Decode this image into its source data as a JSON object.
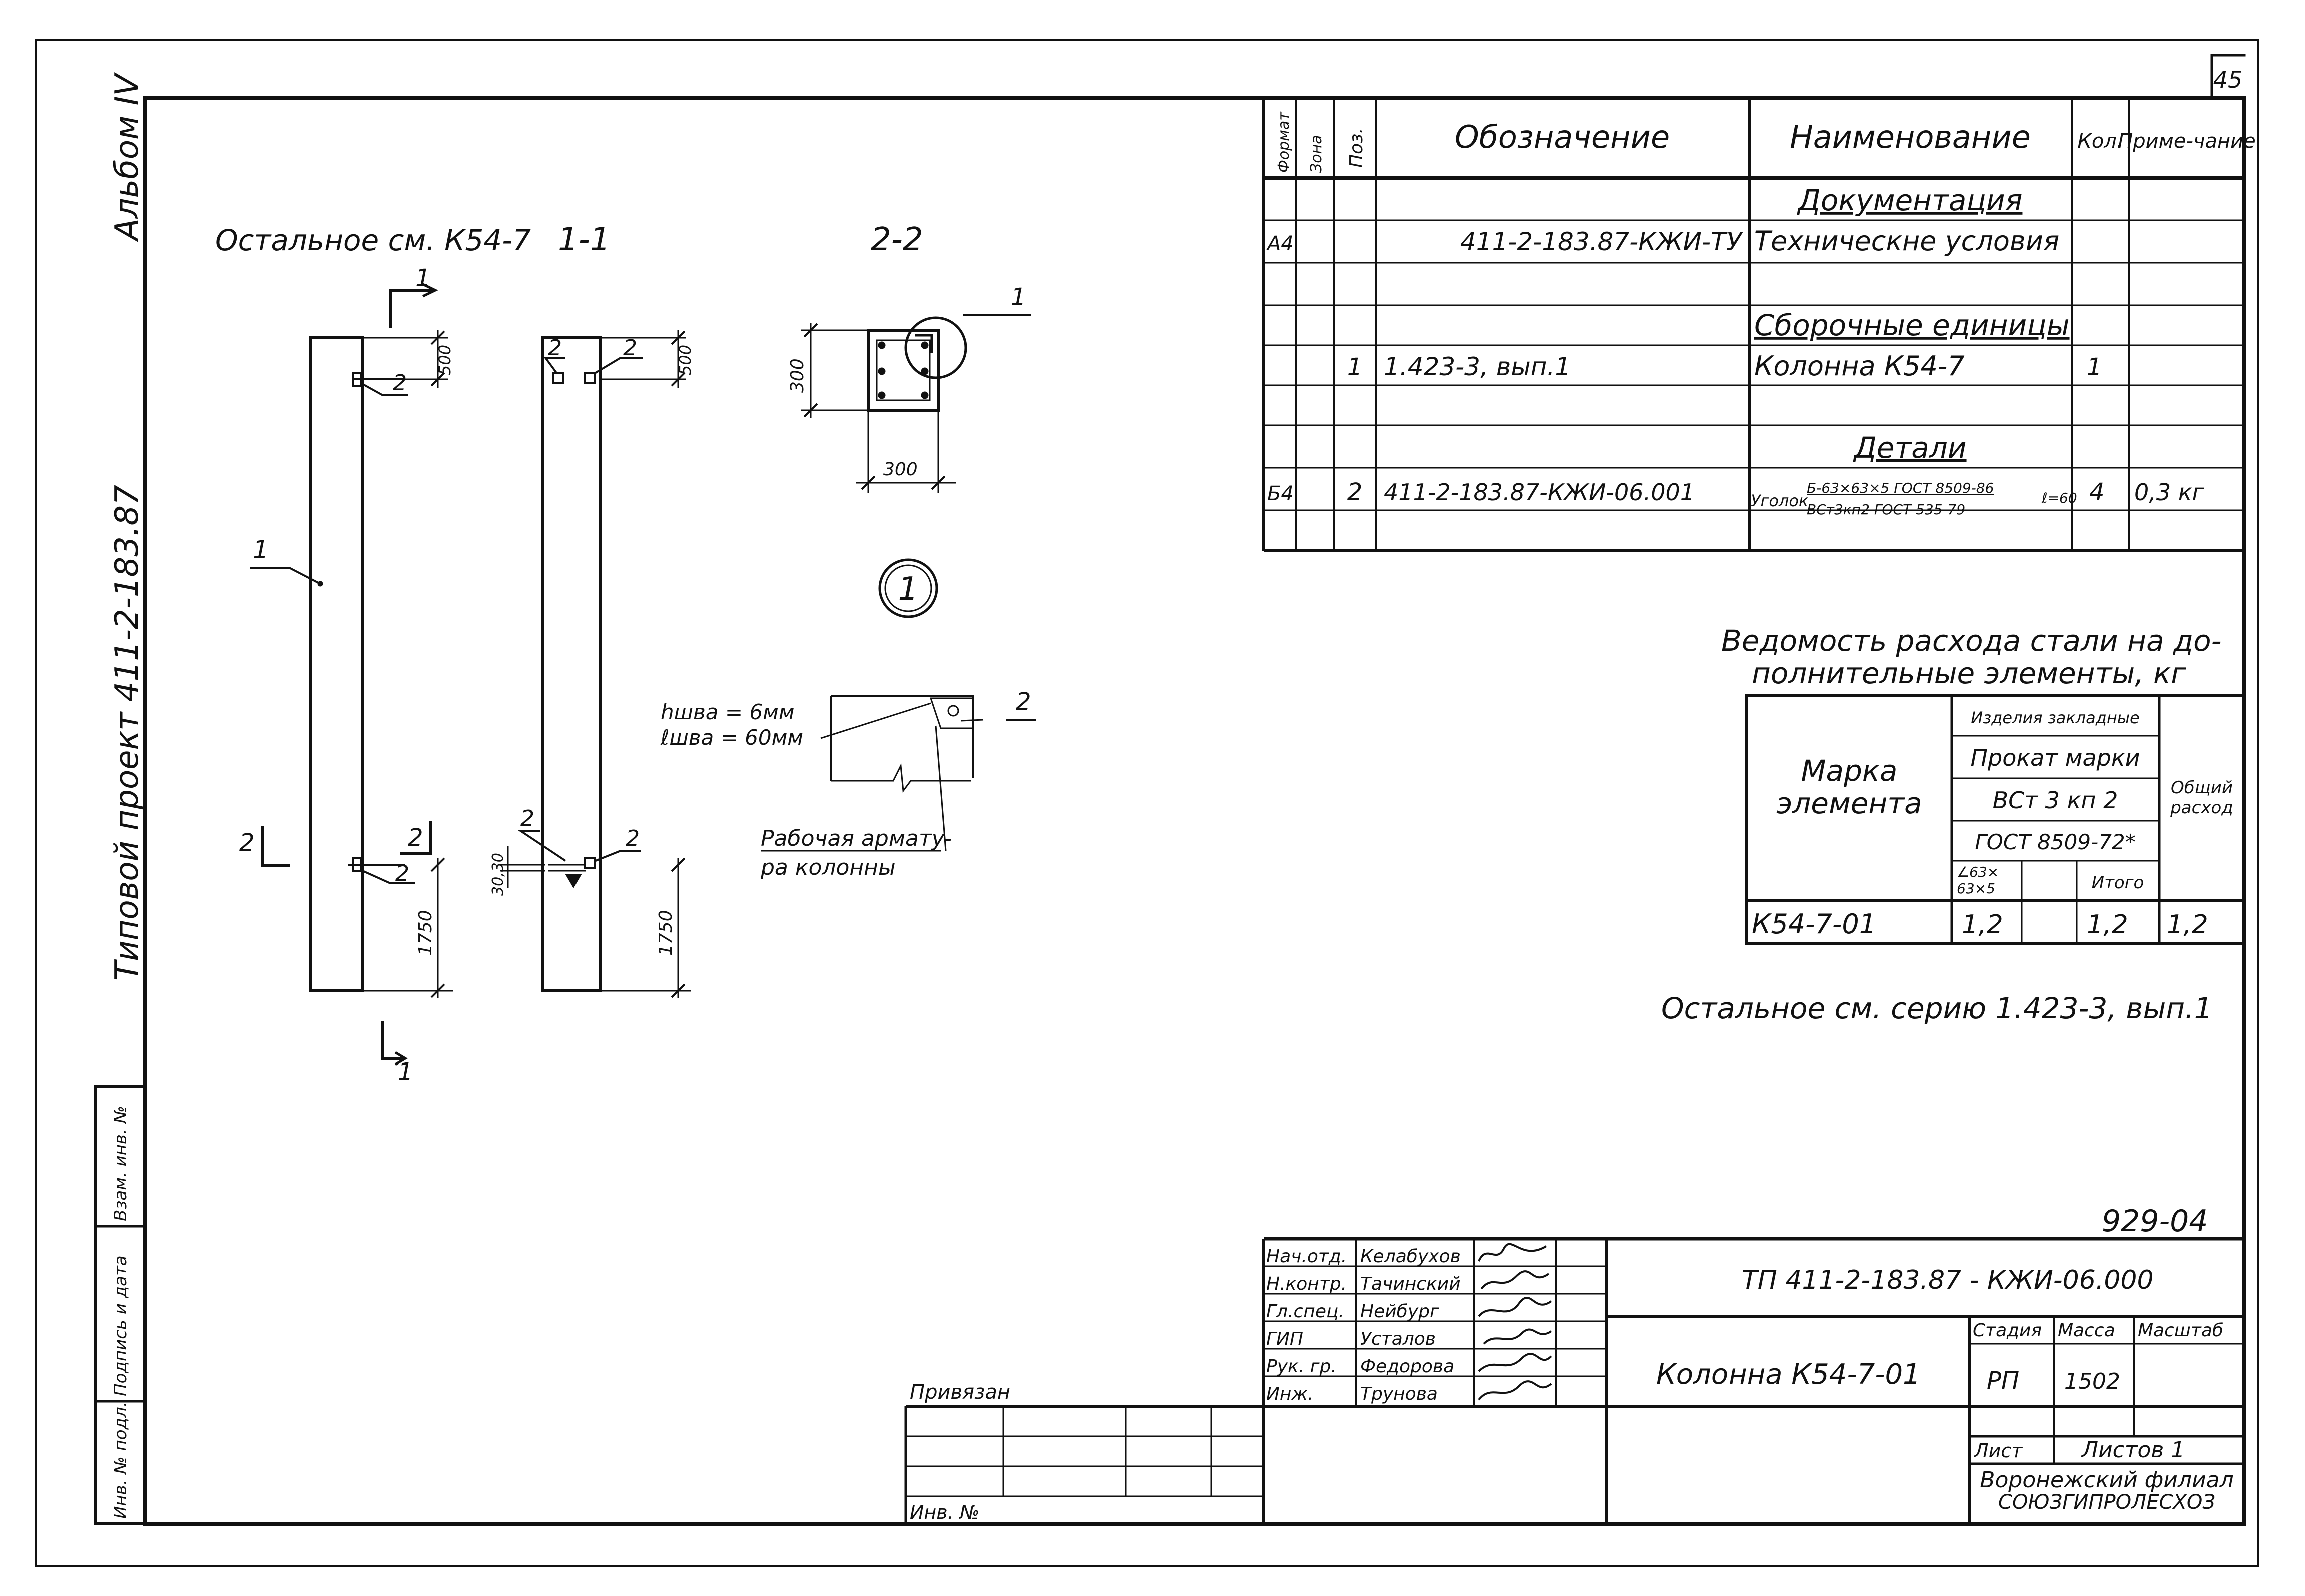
{
  "page_number": "45",
  "album_label": "Альбом IV",
  "project_label": "Типовой проект 411-2-183.87",
  "binding_fields": [
    "Инв. № подл.",
    "Подпись и дата",
    "Взам. инв. №"
  ],
  "views": {
    "note": "Остальное см. К54-7",
    "section_1": "1-1",
    "section_2": "2-2",
    "detail_marker": "1",
    "pos_1": "1",
    "pos_2": "2",
    "section_mark_1": "1",
    "section_mark_2": "2",
    "dim_500": "500",
    "dim_1750": "1750",
    "dim_300_h": "300",
    "dim_300_v": "300",
    "dim_30_30": "30,30"
  },
  "detail": {
    "weld_height": "hшва = 6мм",
    "weld_length": "ℓшва = 60мм",
    "rebar_caption_1": "Рабочая арматy-",
    "rebar_caption_2": "ра колонны",
    "pos": "2"
  },
  "spec_table": {
    "headers": {
      "format": "Формат",
      "zone": "Зона",
      "pos": "Поз.",
      "designation": "Обозначение",
      "name": "Наименование",
      "qty": "Кол.",
      "note": "Приме-чание"
    },
    "rows": [
      {
        "format": "",
        "pos": "",
        "designation": "",
        "name": "Документация",
        "qty": "",
        "note": "",
        "heading": true
      },
      {
        "format": "А4",
        "pos": "",
        "designation": "411-2-183.87-КЖИ-ТУ",
        "name": "Техническне условия",
        "qty": "",
        "note": ""
      },
      {
        "format": "",
        "pos": "",
        "designation": "",
        "name": "",
        "qty": "",
        "note": ""
      },
      {
        "format": "",
        "pos": "",
        "designation": "",
        "name": "Сборочные единицы",
        "qty": "",
        "note": "",
        "heading": true
      },
      {
        "format": "",
        "pos": "1",
        "designation": "1.423-3, вып.1",
        "name": "Колонна К54-7",
        "qty": "1",
        "note": ""
      },
      {
        "format": "",
        "pos": "",
        "designation": "",
        "name": "",
        "qty": "",
        "note": ""
      },
      {
        "format": "",
        "pos": "",
        "designation": "",
        "name": "Детали",
        "qty": "",
        "note": "",
        "heading": true
      },
      {
        "format": "Б4",
        "pos": "2",
        "designation": "411-2-183.87-КЖИ-06.001",
        "name": "Уголок",
        "name_top": "Б-63×63×5 ГОСТ 8509-86",
        "name_bottom": "ВСт3кп2 ГОСТ 535-79",
        "name_len": "ℓ=60",
        "qty": "4",
        "note": "0,3 кг"
      },
      {
        "format": "",
        "pos": "",
        "designation": "",
        "name": "",
        "qty": "",
        "note": ""
      }
    ]
  },
  "steel": {
    "title_line1": "Ведомость расхода стали на до-",
    "title_line2": "полнительные элементы, кг",
    "h_mark_1": "Марка",
    "h_mark_2": "элемента",
    "h_group": "Изделия закладные",
    "h_rolled": "Прокат марки",
    "h_grade": "ВСт 3 кп 2",
    "h_gost": "ГОСТ 8509-72*",
    "h_angle_1": "∠63×",
    "h_angle_2": "63×5",
    "h_total": "Итого",
    "h_overall_1": "Общий",
    "h_overall_2": "расход",
    "row": {
      "mark": "К54-7-01",
      "angle": "1,2",
      "empty": "",
      "total": "1,2",
      "overall": "1,2"
    }
  },
  "note_series": "Остальное см. серию 1.423-3, вып.1",
  "sheet_code": "929-04",
  "title_block": {
    "roles": [
      "Нач.отд.",
      "Н.контр.",
      "Гл.спец.",
      "ГИП",
      "Рук. гр.",
      "Инж."
    ],
    "names": [
      "Келабухов",
      "Тачинский",
      "Нейбург",
      "Усталов",
      "Федорова",
      "Трунова"
    ],
    "doc_code": "ТП 411-2-183.87 - КЖИ-06.000",
    "item_title": "Колонна К54-7-01",
    "stage_label": "Стадия",
    "mass_label": "Масса",
    "scale_label": "Масштаб",
    "stage_value": "РП",
    "mass_value": "1502",
    "sheet_label": "Лист",
    "sheets_label": "Листов 1",
    "org_1": "Воронежский филиал",
    "org_2": "СОЮЗГИПРОЛЕСХОЗ",
    "linked_label": "Привязан",
    "inv_label": "Инв. №"
  }
}
